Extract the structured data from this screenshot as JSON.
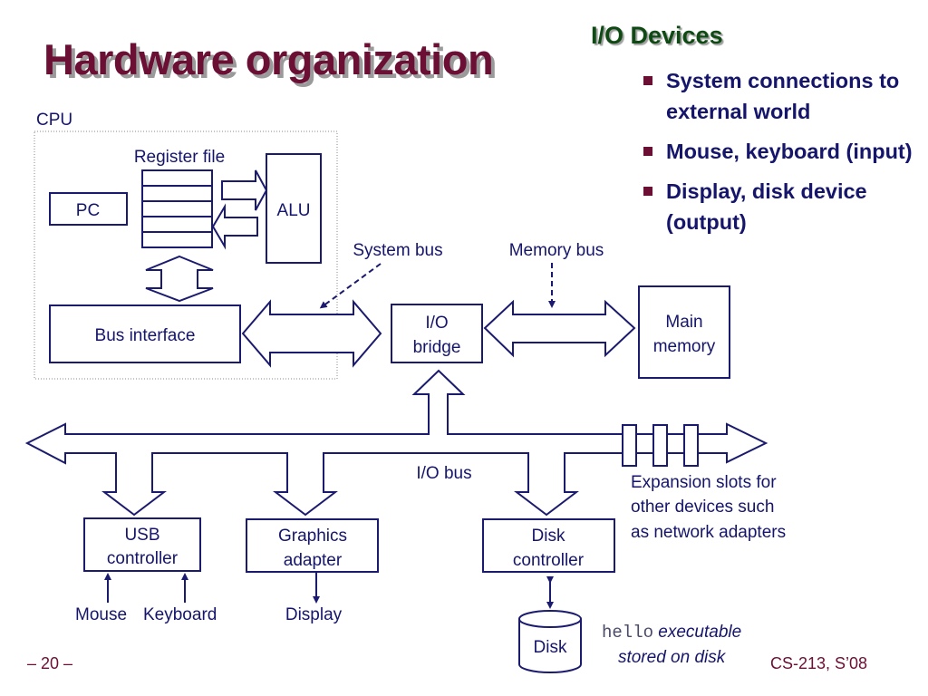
{
  "slide": {
    "title": "Hardware organization",
    "side_title": "I/O Devices",
    "bullets": [
      {
        "text": "System connections to external world"
      },
      {
        "text": "Mouse, keyboard (input)"
      },
      {
        "text": "Display, disk device (output)"
      }
    ],
    "footer_left": "– 20 –",
    "footer_right": "CS-213, S’08"
  },
  "diagram": {
    "cpu_label": "CPU",
    "register_file_label": "Register file",
    "pc_label": "PC",
    "alu_label": "ALU",
    "bus_interface_label": "Bus interface",
    "system_bus_label": "System bus",
    "memory_bus_label": "Memory bus",
    "io_bridge_label": [
      "I/O",
      "bridge"
    ],
    "main_memory_label": [
      "Main",
      "memory"
    ],
    "io_bus_label": "I/O bus",
    "expansion_label": [
      "Expansion slots for",
      "other devices such",
      "as network adapters"
    ],
    "usb_controller_label": [
      "USB",
      "controller"
    ],
    "graphics_adapter_label": [
      "Graphics",
      "adapter"
    ],
    "disk_controller_label": [
      "Disk",
      "controller"
    ],
    "mouse_label": "Mouse",
    "keyboard_label": "Keyboard",
    "display_label": "Display",
    "disk_label": "Disk",
    "note_mono": "hello",
    "note_line1_rest": " executable",
    "note_line2": "stored on disk",
    "colors": {
      "line": "#1a1a6e",
      "title": "#6b0f35",
      "side_title": "#0f4a14",
      "text": "#15156b"
    }
  }
}
